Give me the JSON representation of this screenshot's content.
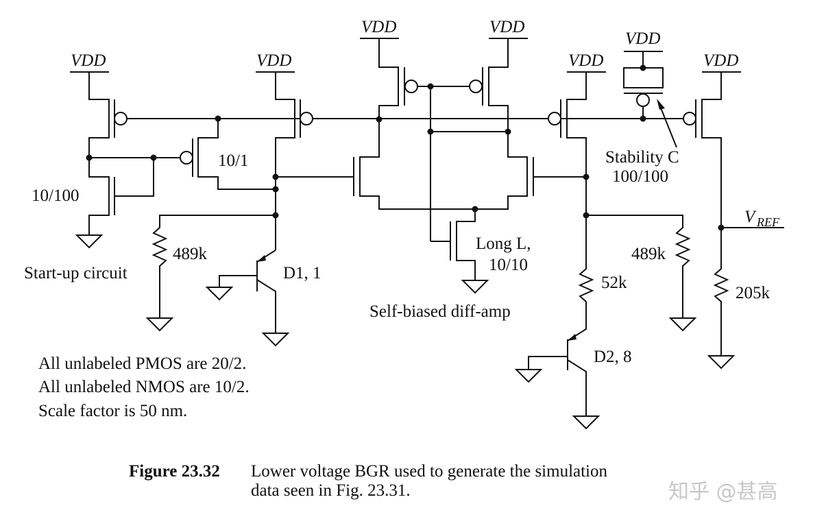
{
  "supply_labels": [
    "VDD",
    "VDD",
    "VDD",
    "VDD",
    "VDD",
    "VDD",
    "VDD"
  ],
  "labels": {
    "startup_size": "10/100",
    "startup_pmos_size": "10/1",
    "startup_caption": "Start-up circuit",
    "res_left": "489k",
    "res_right": "489k",
    "res_52k": "52k",
    "res_205k": "205k",
    "d1": "D1, 1",
    "d2": "D2, 8",
    "long_l": "Long L,",
    "long_l_size": "10/10",
    "diffamp": "Self-biased diff-amp",
    "stability": "Stability C",
    "stability_size": "100/100",
    "vref_main": "V",
    "vref_sub": "REF"
  },
  "notes": [
    "All unlabeled PMOS are 20/2.",
    "All unlabeled NMOS are 10/2.",
    "Scale factor is 50 nm."
  ],
  "caption": {
    "figure": "Figure 23.32",
    "line1": "Lower voltage BGR used to generate the simulation",
    "line2": "data seen in Fig. 23.31."
  },
  "watermark": "知乎 @甚高"
}
